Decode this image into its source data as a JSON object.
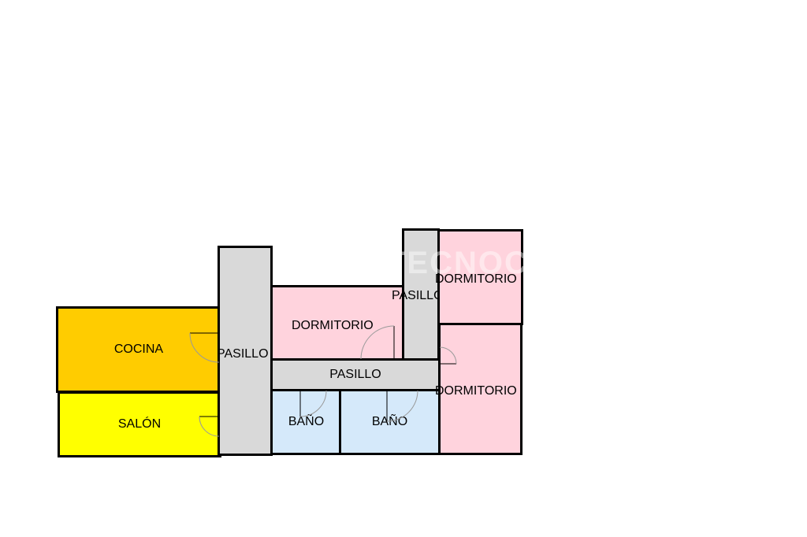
{
  "colors": {
    "cocina": "#FFCC00",
    "salon": "#FFFF00",
    "pasillo": "#D9D9D9",
    "dormitorio": "#FFD3DD",
    "bano": "#D5E9FA",
    "wall": "#000000"
  },
  "rooms": {
    "cocina": "COCINA",
    "salon": "SALÓN",
    "pasillo_main": "PASILLO",
    "dormitorio_center": "DORMITORIO",
    "pasillo_horizontal": "PASILLO",
    "pasillo_right": "PASILLO",
    "dormitorio_top_right": "DORMITORIO",
    "dormitorio_bottom_right": "DORMITORIO",
    "bano_left": "BAÑO",
    "bano_right": "BAÑO"
  },
  "watermark": "TECNOCASA"
}
